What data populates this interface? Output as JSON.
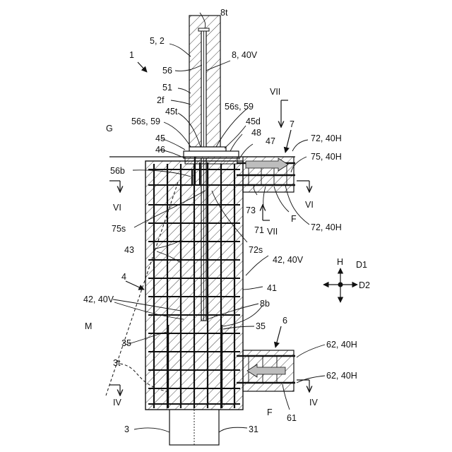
{
  "labels": {
    "l_8t": "8t",
    "l_5_2": "5, 2",
    "l_1": "1",
    "l_8_40V": "8, 40V",
    "l_56": "56",
    "l_51": "51",
    "l_VII_top": "VII",
    "l_2f": "2f",
    "l_56s59_r": "56s, 59",
    "l_45t": "45t",
    "l_56s59_l": "56s, 59",
    "l_45d": "45d",
    "l_7": "7",
    "l_G": "G",
    "l_45": "45",
    "l_48": "48",
    "l_72_40H_top": "72, 40H",
    "l_46": "46",
    "l_47": "47",
    "l_75_40H": "75, 40H",
    "l_56b": "56b",
    "l_VI_left": "VI",
    "l_VI_right": "VI",
    "l_73": "73",
    "l_F_top": "F",
    "l_71": "71",
    "l_72_40H_bot": "72, 40H",
    "l_VII_bot": "VII",
    "l_75s": "75s",
    "l_72s": "72s",
    "l_43": "43",
    "l_42_40V_r": "42, 40V",
    "l_H": "H",
    "l_D1": "D1",
    "l_D2": "D2",
    "l_4": "4",
    "l_41": "41",
    "l_42_40V_l": "42, 40V",
    "l_8b": "8b",
    "l_6": "6",
    "l_M": "M",
    "l_35_r": "35",
    "l_35_l": "35",
    "l_62_40H_top": "62, 40H",
    "l_3t": "3t",
    "l_62_40H_bot": "62, 40H",
    "l_IV_left": "IV",
    "l_IV_right": "IV",
    "l_F_bot": "F",
    "l_61": "61",
    "l_3": "3",
    "l_31": "31"
  }
}
